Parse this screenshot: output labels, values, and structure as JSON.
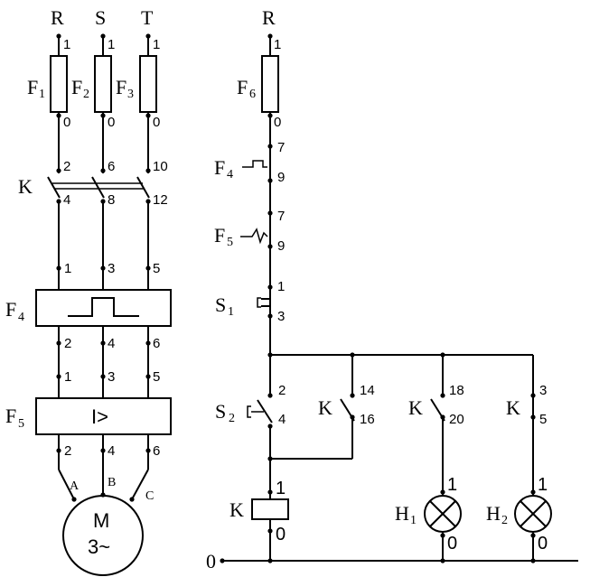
{
  "power": {
    "phases": [
      "R",
      "S",
      "T"
    ],
    "fuses": [
      {
        "label": "F",
        "sub": "1",
        "top": "1",
        "bottom": "0"
      },
      {
        "label": "F",
        "sub": "2",
        "top": "1",
        "bottom": "0"
      },
      {
        "label": "F",
        "sub": "3",
        "top": "1",
        "bottom": "0"
      }
    ],
    "contactor": {
      "label": "K",
      "top": [
        "2",
        "6",
        "10"
      ],
      "bottom": [
        "4",
        "8",
        "12"
      ]
    },
    "overload": {
      "label": "F",
      "sub": "4",
      "top": [
        "1",
        "3",
        "5"
      ],
      "bottom": [
        "2",
        "4",
        "6"
      ]
    },
    "overcurrent": {
      "label": "F",
      "sub": "5",
      "symbol": "I>",
      "top": [
        "1",
        "3",
        "5"
      ],
      "bottom": [
        "2",
        "4",
        "6"
      ]
    },
    "motor": {
      "name": "M",
      "type": "3~",
      "terminals": [
        "A",
        "B",
        "C"
      ]
    }
  },
  "control": {
    "supply": "R",
    "neutral": "0",
    "fuse": {
      "label": "F",
      "sub": "6",
      "top": "1",
      "bottom": "0"
    },
    "f4_contact": {
      "label": "F",
      "sub": "4",
      "top": "7",
      "bottom": "9"
    },
    "f5_contact": {
      "label": "F",
      "sub": "5",
      "top": "7",
      "bottom": "9"
    },
    "s1": {
      "label": "S",
      "sub": "1",
      "top": "1",
      "bottom": "3"
    },
    "s2": {
      "label": "S",
      "sub": "2",
      "top": "2",
      "bottom": "4"
    },
    "k_hold": {
      "label": "K",
      "top": "14",
      "bottom": "16"
    },
    "k_h1": {
      "label": "K",
      "top": "18",
      "bottom": "20"
    },
    "k_h2": {
      "label": "K",
      "top": "3",
      "bottom": "5"
    },
    "coil": {
      "label": "K",
      "top": "1",
      "bottom": "0"
    },
    "lamp1": {
      "label": "H",
      "sub": "1",
      "top": "1",
      "bottom": "0"
    },
    "lamp2": {
      "label": "H",
      "sub": "2",
      "top": "1",
      "bottom": "0"
    }
  }
}
